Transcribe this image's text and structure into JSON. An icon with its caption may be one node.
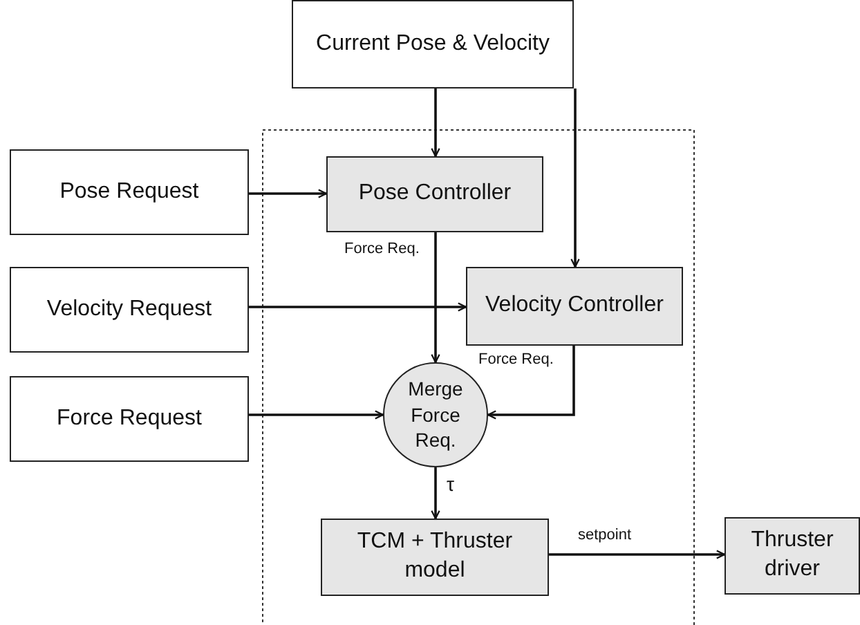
{
  "diagram": {
    "nodes": [
      {
        "text": [
          "Current Pose & Velocity"
        ]
      },
      {
        "text": [
          "Pose Request"
        ]
      },
      {
        "text": [
          "Velocity Request"
        ]
      },
      {
        "text": [
          "Force Request"
        ]
      },
      {
        "text": [
          "Pose Controller"
        ]
      },
      {
        "text": [
          "Velocity Controller"
        ]
      },
      {
        "text": [
          "Merge Force Req."
        ]
      },
      {
        "text": [
          "TCM + Thruster model"
        ]
      },
      {
        "text": [
          "Thruster driver"
        ]
      }
    ],
    "edges": [
      {
        "from": 0,
        "to": 4,
        "arrow": "to"
      },
      {
        "from": 0,
        "to": 5,
        "arrow": "to"
      },
      {
        "from": 1,
        "to": 4,
        "arrow": "to"
      },
      {
        "from": 2,
        "to": 5,
        "arrow": "to"
      },
      {
        "from": 4,
        "to": 6,
        "arrow": "to",
        "label": "Force Req."
      },
      {
        "from": 5,
        "to": 6,
        "arrow": "to",
        "label": "Force Req."
      },
      {
        "from": 3,
        "to": 6,
        "arrow": "to"
      },
      {
        "from": 6,
        "to": 7,
        "arrow": "to",
        "label": "τ"
      },
      {
        "from": 7,
        "to": 8,
        "arrow": "to",
        "label": "setpoint"
      }
    ]
  }
}
